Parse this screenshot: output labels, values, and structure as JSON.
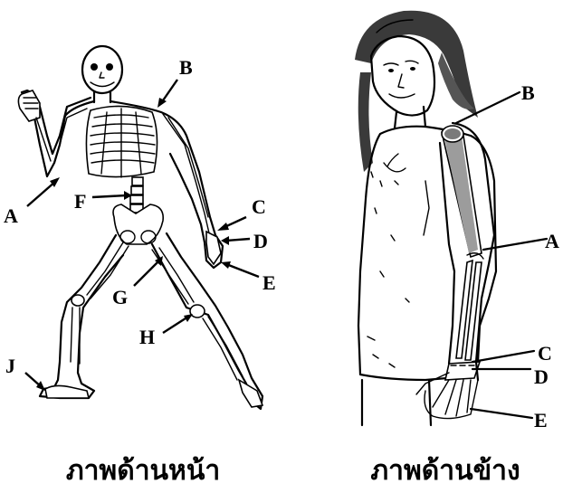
{
  "figure_front": {
    "caption": "ภาพด้านหน้า",
    "labels": {
      "A": "A",
      "B": "B",
      "C": "C",
      "D": "D",
      "E": "E",
      "F": "F",
      "G": "G",
      "H": "H",
      "J": "J"
    }
  },
  "figure_side": {
    "caption": "ภาพด้านข้าง",
    "labels": {
      "A": "A",
      "B": "B",
      "C": "C",
      "D": "D",
      "E": "E"
    }
  }
}
